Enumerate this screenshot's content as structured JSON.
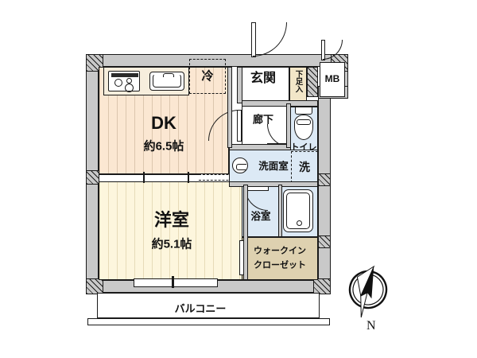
{
  "document": {
    "type": "floor-plan",
    "language": "ja",
    "title": "間取り図"
  },
  "rooms": [
    {
      "key": "dk",
      "name": "DK",
      "area": "約6.5帖"
    },
    {
      "key": "yoshitsu",
      "name": "洋室",
      "area": "約5.1帖"
    },
    {
      "key": "genkan",
      "name": "玄関",
      "area": ""
    },
    {
      "key": "rouka",
      "name": "廊下",
      "area": ""
    },
    {
      "key": "toilet",
      "name": "トイレ",
      "area": ""
    },
    {
      "key": "senmen",
      "name": "洗面室",
      "area": ""
    },
    {
      "key": "yokushitsu",
      "name": "浴室",
      "area": ""
    },
    {
      "key": "wic",
      "name": "ウォークインクローゼット",
      "area": ""
    },
    {
      "key": "balcony",
      "name": "バルコニー",
      "area": ""
    }
  ],
  "labels": {
    "dk": "DK",
    "dk_area": "約6.5帖",
    "yoshitsu": "洋室",
    "yoshitsu_area": "約5.1帖",
    "genkan": "玄関",
    "rouka": "廊下",
    "toilet": "トイレ",
    "senmen": "洗面室",
    "yokushitsu": "浴室",
    "wic_line1": "ウォークイン",
    "wic_line2": "クローゼット",
    "balcony": "バルコニー",
    "fridge": "冷",
    "washer": "洗",
    "shoebox": "下足入",
    "meterbox": "MB",
    "north": "N"
  },
  "fixtures": [
    {
      "name": "stove",
      "label": "",
      "note": "3-burner gas range"
    },
    {
      "name": "sink",
      "label": "",
      "note": "kitchen sink"
    },
    {
      "name": "fridge-space",
      "label": "冷",
      "note": "dashed outline"
    },
    {
      "name": "washer-space",
      "label": "洗",
      "note": "dashed outline"
    },
    {
      "name": "toilet-bowl",
      "label": "",
      "note": ""
    },
    {
      "name": "bathtub",
      "label": "",
      "note": ""
    },
    {
      "name": "vanity",
      "label": "",
      "note": "round washbasin"
    },
    {
      "name": "shoe-cabinet",
      "label": "下足入",
      "note": ""
    },
    {
      "name": "meter-box",
      "label": "MB",
      "note": ""
    }
  ],
  "compass": {
    "label": "N",
    "note": "north arrow, tilted"
  },
  "colors": {
    "wall": "#c9c9c9",
    "outline": "#1a1a1a",
    "dk_floor": "#fbe7d2",
    "room_floor": "#fdf6dd",
    "water_area": "#dce9f5",
    "closet": "#ded1b0",
    "shoebox": "#f2e6c8",
    "background": "#ffffff"
  }
}
